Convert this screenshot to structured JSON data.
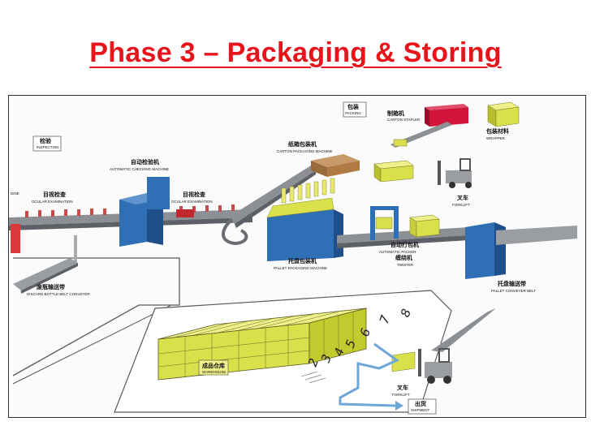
{
  "slide": {
    "title": "Phase 3 – Packaging & Storing"
  },
  "labels": {
    "inspection": {
      "cn": "检验",
      "en": "INSPECTION"
    },
    "packing": {
      "cn": "包装",
      "en": "PACKING"
    },
    "carton_stapler": {
      "cn": "制箱机",
      "en": "CARTON STAPLER"
    },
    "wrapper": {
      "cn": "包装材料",
      "en": "WRAPPER"
    },
    "carton_packaging": {
      "cn": "纸箱包装机",
      "en": "CARTON PACKAGING MACHINE"
    },
    "auto_checking": {
      "cn": "自动检验机",
      "en": "AUTOMATIC CHECKING MACHINE"
    },
    "ocular_1": {
      "cn": "目视检查",
      "en": "OCULAR EXAMINATION"
    },
    "ocular_2": {
      "cn": "目视检查",
      "en": "OCULAR EXAMINATION"
    },
    "left_edge": {
      "en": "DINE"
    },
    "forklift_1": {
      "cn": "叉车",
      "en": "FORKLIFT"
    },
    "auto_packer": {
      "cn": "自动打包机",
      "en": "AUTOMATIC PACKER"
    },
    "twister": {
      "cn": "缠绕机",
      "en": "TWISTER"
    },
    "pallet_packaging": {
      "cn": "托盘包装机",
      "en": "PALLET PACKAGING MACHINE"
    },
    "pallet_conveyor": {
      "cn": "托盘输送带",
      "en": "PALLET CONVEYER BELT"
    },
    "discard": {
      "cn": "废瓶输送带",
      "en": "DISCARD BOTTLE BELT CONVEYER"
    },
    "warehouse": {
      "cn": "成品仓库",
      "en": "WAREHOUSE"
    },
    "forklift_2": {
      "cn": "叉车",
      "en": "FORKLIFT"
    },
    "shipment": {
      "cn": "出货",
      "en": "SHIPMENT"
    }
  },
  "lane_numbers": [
    "2",
    "3",
    "4",
    "5",
    "6",
    "7",
    "8"
  ],
  "colors": {
    "title": "#e8141b",
    "machine_blue": "#2f6fb5",
    "conveyor_gray": "#8c8f94",
    "carton_yellow": "#d9e04a",
    "stapler_red": "#d2143a",
    "bottle_red": "#d83a3a",
    "floor_line": "#5a5a5a",
    "route_blue": "#6fa6d8"
  }
}
